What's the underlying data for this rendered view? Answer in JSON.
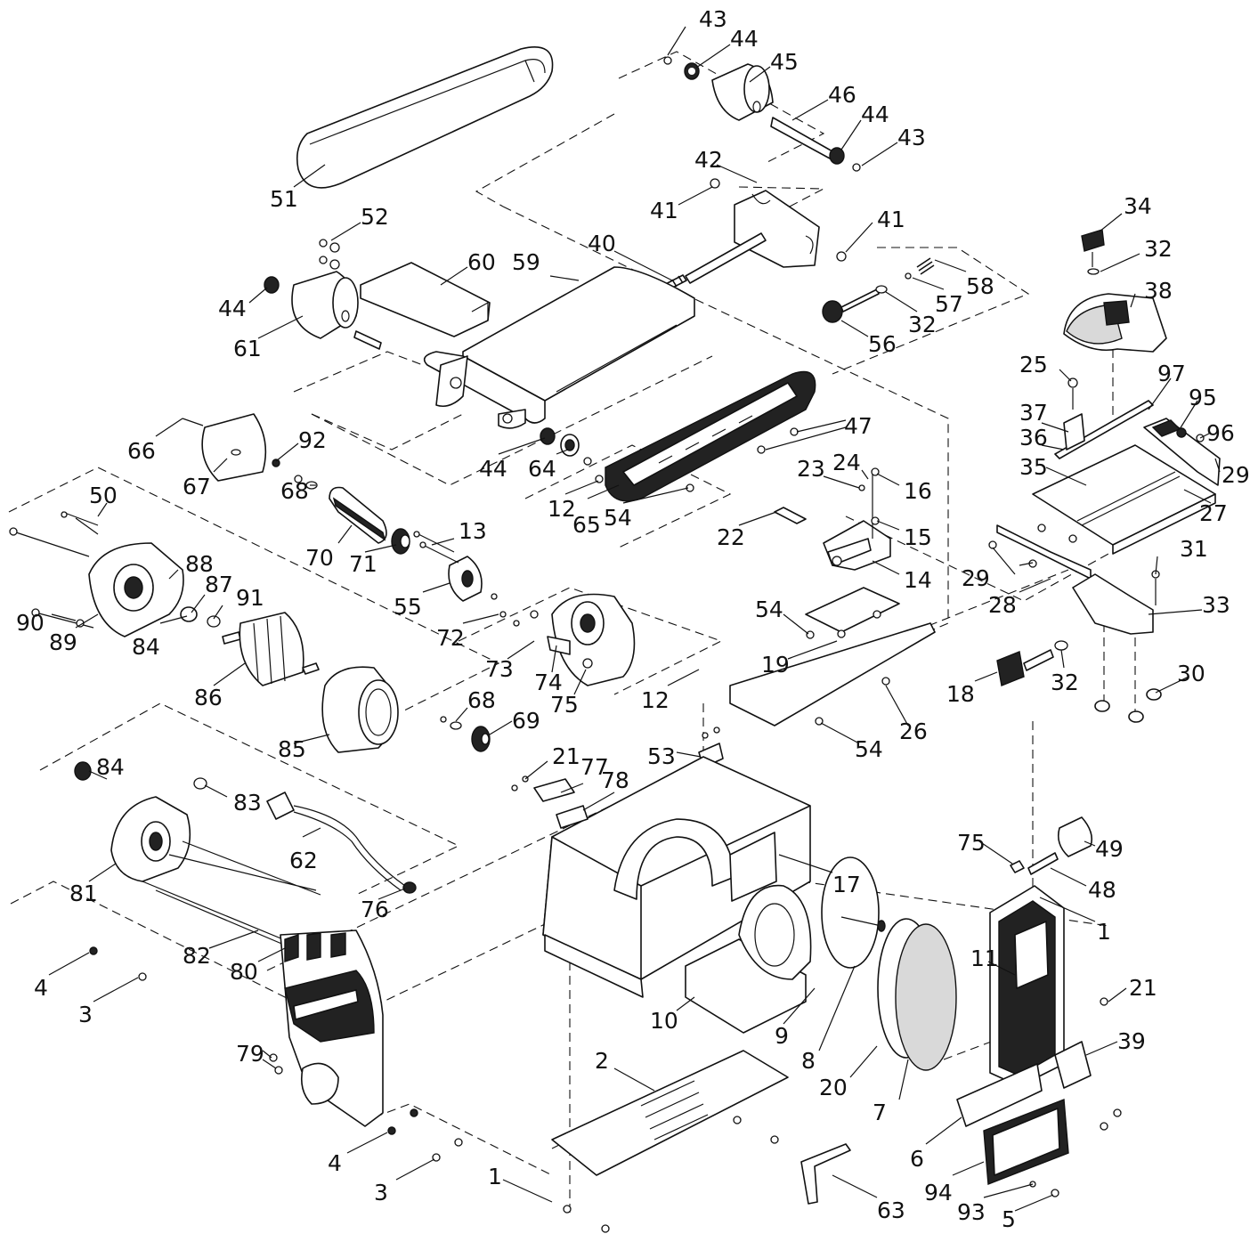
{
  "callouts": [
    {
      "id": "c43a",
      "label": "43"
    },
    {
      "id": "c44a",
      "label": "44"
    },
    {
      "id": "c45",
      "label": "45"
    },
    {
      "id": "c46",
      "label": "46"
    },
    {
      "id": "c44b",
      "label": "44"
    },
    {
      "id": "c43b",
      "label": "43"
    },
    {
      "id": "c42",
      "label": "42"
    },
    {
      "id": "c41a",
      "label": "41"
    },
    {
      "id": "c41b",
      "label": "41"
    },
    {
      "id": "c51",
      "label": "51"
    },
    {
      "id": "c52",
      "label": "52"
    },
    {
      "id": "c60",
      "label": "60"
    },
    {
      "id": "c59",
      "label": "59"
    },
    {
      "id": "c40",
      "label": "40"
    },
    {
      "id": "c44c",
      "label": "44"
    },
    {
      "id": "c61",
      "label": "61"
    },
    {
      "id": "c56",
      "label": "56"
    },
    {
      "id": "c32a",
      "label": "32"
    },
    {
      "id": "c57",
      "label": "57"
    },
    {
      "id": "c58",
      "label": "58"
    },
    {
      "id": "c34",
      "label": "34"
    },
    {
      "id": "c32b",
      "label": "32"
    },
    {
      "id": "c38",
      "label": "38"
    },
    {
      "id": "c25",
      "label": "25"
    },
    {
      "id": "c97",
      "label": "97"
    },
    {
      "id": "c95",
      "label": "95"
    },
    {
      "id": "c37",
      "label": "37"
    },
    {
      "id": "c36",
      "label": "36"
    },
    {
      "id": "c96",
      "label": "96"
    },
    {
      "id": "c35",
      "label": "35"
    },
    {
      "id": "c29a",
      "label": "29"
    },
    {
      "id": "c27",
      "label": "27"
    },
    {
      "id": "c47",
      "label": "47"
    },
    {
      "id": "c66",
      "label": "66"
    },
    {
      "id": "c92",
      "label": "92"
    },
    {
      "id": "c67",
      "label": "67"
    },
    {
      "id": "c44d",
      "label": "44"
    },
    {
      "id": "c64",
      "label": "64"
    },
    {
      "id": "c12a",
      "label": "12"
    },
    {
      "id": "c65",
      "label": "65"
    },
    {
      "id": "c54a",
      "label": "54"
    },
    {
      "id": "c23",
      "label": "23"
    },
    {
      "id": "c24",
      "label": "24"
    },
    {
      "id": "c16",
      "label": "16"
    },
    {
      "id": "c15",
      "label": "15"
    },
    {
      "id": "c22",
      "label": "22"
    },
    {
      "id": "c14",
      "label": "14"
    },
    {
      "id": "c50",
      "label": "50"
    },
    {
      "id": "c68a",
      "label": "68"
    },
    {
      "id": "c13",
      "label": "13"
    },
    {
      "id": "c88",
      "label": "88"
    },
    {
      "id": "c70",
      "label": "70"
    },
    {
      "id": "c71",
      "label": "71"
    },
    {
      "id": "c55",
      "label": "55"
    },
    {
      "id": "c87",
      "label": "87"
    },
    {
      "id": "c91",
      "label": "91"
    },
    {
      "id": "c90",
      "label": "90"
    },
    {
      "id": "c89",
      "label": "89"
    },
    {
      "id": "c84a",
      "label": "84"
    },
    {
      "id": "c72",
      "label": "72"
    },
    {
      "id": "c29b",
      "label": "29"
    },
    {
      "id": "c31",
      "label": "31"
    },
    {
      "id": "c28",
      "label": "28"
    },
    {
      "id": "c33",
      "label": "33"
    },
    {
      "id": "c54b",
      "label": "54"
    },
    {
      "id": "c19",
      "label": "19"
    },
    {
      "id": "c73",
      "label": "73"
    },
    {
      "id": "c74",
      "label": "74"
    },
    {
      "id": "c86",
      "label": "86"
    },
    {
      "id": "c75a",
      "label": "75"
    },
    {
      "id": "c12b",
      "label": "12"
    },
    {
      "id": "c18",
      "label": "18"
    },
    {
      "id": "c32c",
      "label": "32"
    },
    {
      "id": "c30",
      "label": "30"
    },
    {
      "id": "c68b",
      "label": "68"
    },
    {
      "id": "c69",
      "label": "69"
    },
    {
      "id": "c85",
      "label": "85"
    },
    {
      "id": "c53",
      "label": "53"
    },
    {
      "id": "c26",
      "label": "26"
    },
    {
      "id": "c54c",
      "label": "54"
    },
    {
      "id": "c84b",
      "label": "84"
    },
    {
      "id": "c21a",
      "label": "21"
    },
    {
      "id": "c77",
      "label": "77"
    },
    {
      "id": "c78",
      "label": "78"
    },
    {
      "id": "c83",
      "label": "83"
    },
    {
      "id": "c75b",
      "label": "75"
    },
    {
      "id": "c49",
      "label": "49"
    },
    {
      "id": "c62",
      "label": "62"
    },
    {
      "id": "c48",
      "label": "48"
    },
    {
      "id": "c17",
      "label": "17"
    },
    {
      "id": "c81",
      "label": "81"
    },
    {
      "id": "c76",
      "label": "76"
    },
    {
      "id": "c1a",
      "label": "1"
    },
    {
      "id": "c82",
      "label": "82"
    },
    {
      "id": "c80",
      "label": "80"
    },
    {
      "id": "c11",
      "label": "11"
    },
    {
      "id": "c21b",
      "label": "21"
    },
    {
      "id": "c4a",
      "label": "4"
    },
    {
      "id": "c3a",
      "label": "3"
    },
    {
      "id": "c10",
      "label": "10"
    },
    {
      "id": "c9",
      "label": "9"
    },
    {
      "id": "c39",
      "label": "39"
    },
    {
      "id": "c8",
      "label": "8"
    },
    {
      "id": "c79",
      "label": "79"
    },
    {
      "id": "c20",
      "label": "20"
    },
    {
      "id": "c2",
      "label": "2"
    },
    {
      "id": "c7",
      "label": "7"
    },
    {
      "id": "c6",
      "label": "6"
    },
    {
      "id": "c4b",
      "label": "4"
    },
    {
      "id": "c3b",
      "label": "3"
    },
    {
      "id": "c1b",
      "label": "1"
    },
    {
      "id": "c94",
      "label": "94"
    },
    {
      "id": "c93",
      "label": "93"
    },
    {
      "id": "c5",
      "label": "5"
    },
    {
      "id": "c63",
      "label": "63"
    }
  ]
}
